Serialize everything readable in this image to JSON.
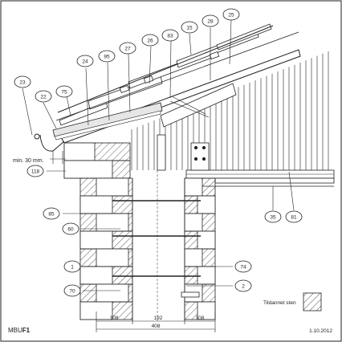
{
  "callouts": [
    "23",
    "22",
    "75",
    "24",
    "95",
    "27",
    "26",
    "83",
    "15",
    "28",
    "25",
    "118",
    "85",
    "60",
    "1",
    "70",
    "74",
    "2",
    "35",
    "81"
  ],
  "note_min_overhang": "min. 30 mm.",
  "dimensions": {
    "left": "108",
    "middle": "192",
    "right": "108",
    "total": "408"
  },
  "legend": {
    "label": "Tildannet sten"
  },
  "footer": {
    "code_prefix": "MBU",
    "code_suffix": "F1",
    "date": "1.10.2012"
  },
  "colors": {
    "line": "#222222",
    "fill_light": "#e6e6e6",
    "background": "#ffffff"
  }
}
